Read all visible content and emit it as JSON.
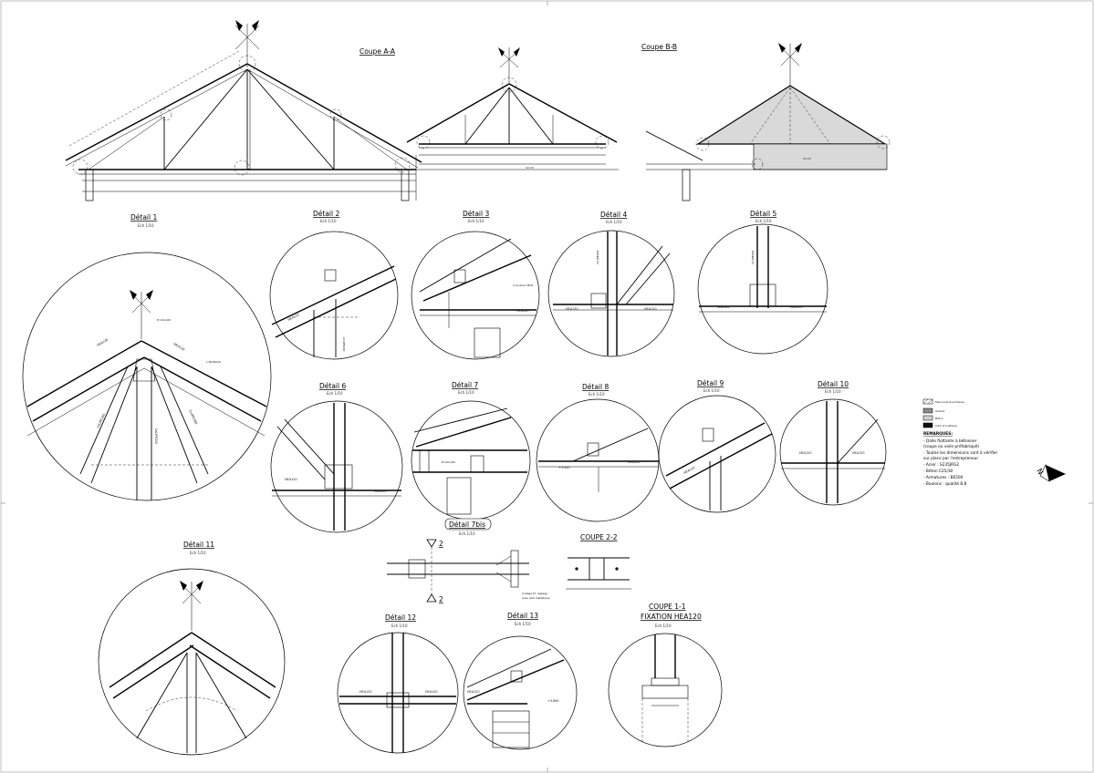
{
  "sections": {
    "coupe_aa": "Coupe A-A",
    "coupe_bb": "Coupe B-B",
    "axis_label": "V2-V3"
  },
  "details": [
    {
      "id": "d1",
      "title": "Détail 1",
      "scale": "Ech 1/10"
    },
    {
      "id": "d2",
      "title": "Détail 2",
      "scale": "Ech 1/10"
    },
    {
      "id": "d3",
      "title": "Détail 3",
      "scale": "Ech 1/10"
    },
    {
      "id": "d4",
      "title": "Détail 4",
      "scale": "Ech 1/10"
    },
    {
      "id": "d5",
      "title": "Détail 5",
      "scale": "Ech 1/10"
    },
    {
      "id": "d6",
      "title": "Détail 6",
      "scale": "Ech 1/10"
    },
    {
      "id": "d7",
      "title": "Détail 7",
      "scale": "Ech 1/10"
    },
    {
      "id": "d8",
      "title": "Détail 8",
      "scale": "Ech 1/10"
    },
    {
      "id": "d9",
      "title": "Détail 9",
      "scale": "Ech 1/10"
    },
    {
      "id": "d10",
      "title": "Détail 10",
      "scale": "Ech 1/10"
    },
    {
      "id": "d11",
      "title": "Détail 11",
      "scale": "Ech 1/10"
    },
    {
      "id": "d12",
      "title": "Détail 12",
      "scale": "Ech 1/10"
    },
    {
      "id": "d13",
      "title": "Détail 13",
      "scale": "Ech 1/10"
    },
    {
      "id": "d7bis",
      "title": "Détail 7bis",
      "scale": "Ech 1/10"
    }
  ],
  "coupe_22": "COUPE 2-2",
  "coupe_11": {
    "line1": "COUPE 1-1",
    "line2": "FIXATION HEA120",
    "scale": "Ech 1/10"
  },
  "section_marks": {
    "top": "2",
    "bottom": "2"
  },
  "member_labels": {
    "hea120": "HEA120",
    "ipe200": "2xUPE200",
    "upe": "2xUPE200",
    "plate": "Pl 10x120",
    "ang": "L 60x60x6"
  },
  "elevations": {
    "e1": "+3.450",
    "e2": "+3.450",
    "e3": "+3.650",
    "e4": "+3.640"
  },
  "legend": {
    "items": [
      {
        "label": "Maçonnerie porteuse",
        "swatch": "hatch"
      },
      {
        "label": "Isolant",
        "swatch": "grey"
      },
      {
        "label": "Béton",
        "swatch": "light"
      },
      {
        "label": "Joint acoustique",
        "swatch": "black"
      }
    ],
    "remarks_title": "REMARQUES:",
    "remarks": [
      "- Dalle flottante à bétonner",
      "  (coupe ou voile préfabriqué)",
      "- Toutes les dimensions sont à vérifier",
      "  sur place par l'entrepreneur",
      "- Acier : S235JRG2",
      "- Béton C25/30",
      "- Armatures : BE500",
      "- Boulons : qualité 8.8"
    ]
  },
  "north": "N",
  "notes": {
    "collage": "Collage M. réglage",
    "collage2": "avec plat métallique",
    "bolts": "4 boulons M16",
    "weld": "soudure"
  }
}
